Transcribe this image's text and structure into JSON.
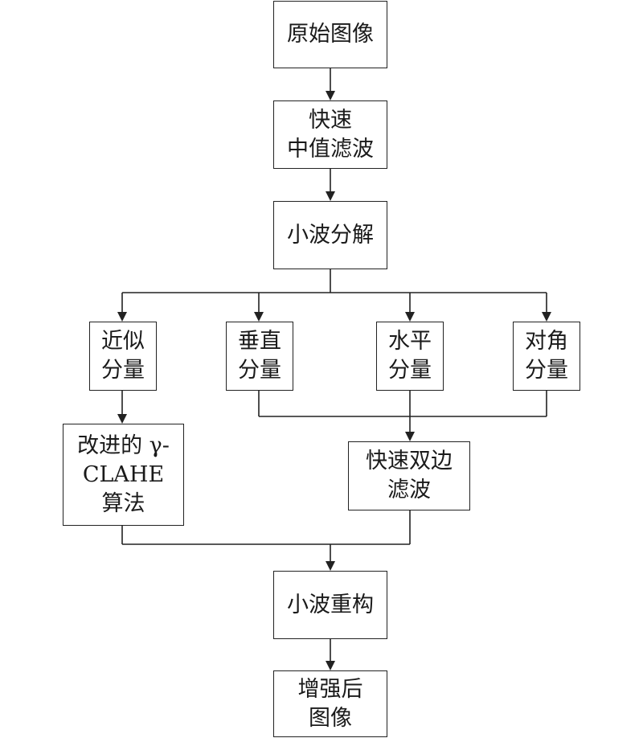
{
  "nodes": {
    "original": {
      "lines": [
        "原始图像"
      ]
    },
    "median": {
      "lines": [
        "快速",
        "中值滤波"
      ]
    },
    "dwt": {
      "lines": [
        "小波分解"
      ]
    },
    "approx": {
      "lines": [
        "近似",
        "分量"
      ]
    },
    "vert": {
      "lines": [
        "垂直",
        "分量"
      ]
    },
    "horiz": {
      "lines": [
        "水平",
        "分量"
      ]
    },
    "diag": {
      "lines": [
        "对角",
        "分量"
      ]
    },
    "clahe": {
      "lines": [
        "改进的 γ-",
        "CLAHE",
        "算法"
      ]
    },
    "bilateral": {
      "lines": [
        "快速双边",
        "滤波"
      ]
    },
    "recon": {
      "lines": [
        "小波重构"
      ]
    },
    "enhanced": {
      "lines": [
        "增强后",
        "图像"
      ]
    }
  },
  "edges": [
    [
      "original",
      "median"
    ],
    [
      "median",
      "dwt"
    ],
    [
      "dwt",
      "approx"
    ],
    [
      "dwt",
      "vert"
    ],
    [
      "dwt",
      "horiz"
    ],
    [
      "dwt",
      "diag"
    ],
    [
      "approx",
      "clahe"
    ],
    [
      "vert",
      "bilateral"
    ],
    [
      "horiz",
      "bilateral"
    ],
    [
      "diag",
      "bilateral"
    ],
    [
      "clahe",
      "recon"
    ],
    [
      "bilateral",
      "recon"
    ],
    [
      "recon",
      "enhanced"
    ]
  ]
}
